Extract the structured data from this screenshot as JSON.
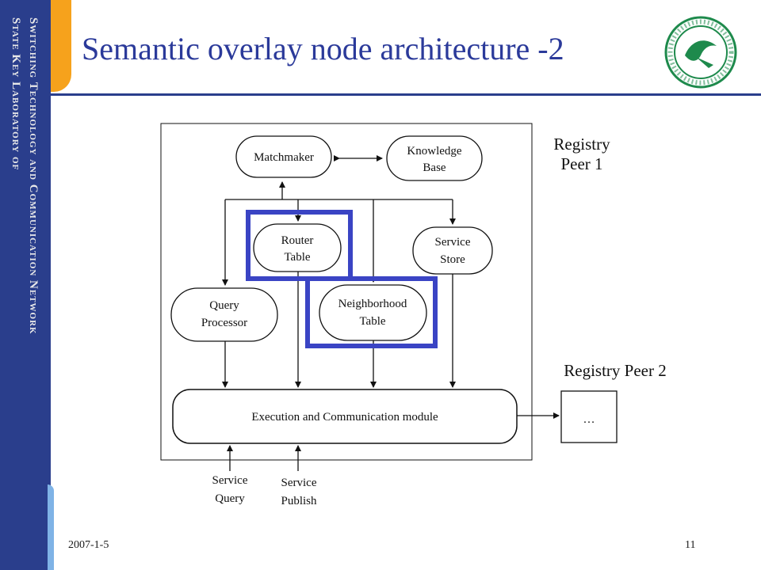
{
  "slide": {
    "title": "Semantic overlay node architecture -2",
    "sidebar_line_1": "Switching Technology and Communication Network",
    "sidebar_line_2": "State Key Laboratory of",
    "date": "2007-1-5",
    "page_number": "11"
  },
  "colors": {
    "sidebar": "#2a3e8c",
    "accent": "#f6a21c",
    "title": "#2b3a9a",
    "highlight": "#3a44c4",
    "logo": "#1e8a4c"
  },
  "logo": {
    "icon": "university-seal-icon"
  },
  "diagram": {
    "registry_peer_1": [
      "Registry",
      "Peer 1"
    ],
    "registry_peer_2": "Registry Peer 2",
    "ellipsis": "…",
    "nodes": {
      "matchmaker": [
        "Matchmaker"
      ],
      "knowledge_base": [
        "Knowledge",
        "Base"
      ],
      "router_table": [
        "Router",
        "Table"
      ],
      "service_store": [
        "Service",
        "Store"
      ],
      "query_processor": [
        "Query",
        "Processor"
      ],
      "neighborhood_table": [
        "Neighborhood",
        "Table"
      ],
      "execution_module": [
        "Execution and Communication module"
      ]
    },
    "inputs": {
      "service_query": [
        "Service",
        "Query"
      ],
      "service_publish": [
        "Service",
        "Publish"
      ]
    }
  }
}
